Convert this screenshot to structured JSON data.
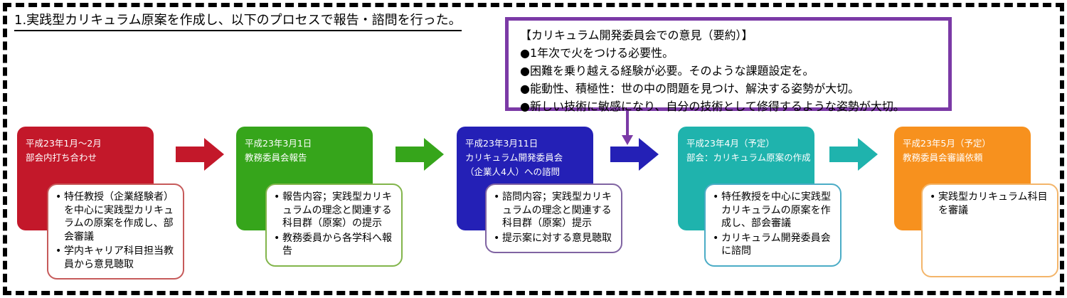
{
  "heading": "1.実践型カリキュラム原案を作成し、以下のプロセスで報告・諮問を行った。",
  "opinion": {
    "title": "【カリキュラム開発委員会での意見（要約）】",
    "items": [
      "●1年次で火をつける必要性。",
      "●困難を乗り越える経験が必要。そのような課題設定を。",
      "●能動性、積極性：世の中の問題を見つけ、解決する姿勢が大切。",
      "●新しい技術に敏感になり、自分の技術として修得するような姿勢が大切。"
    ]
  },
  "stages": [
    {
      "lines": [
        "平成23年1月〜2月",
        "部会内打ち合わせ"
      ],
      "details": [
        "特任教授（企業経験者）を中心に実践型カリキュラムの原案を作成し、部会審議",
        "学内キャリア科目担当教員から意見聴取"
      ],
      "color": "#c3182a",
      "border": "#c65a5a"
    },
    {
      "lines": [
        "平成23年3月1日",
        "教務委員会報告"
      ],
      "details": [
        "報告内容；実践型カリキュラムの理念と関連する科目群（原案）の提示",
        "教務委員から各学科へ報告"
      ],
      "color": "#36a51b",
      "border": "#82b54b"
    },
    {
      "lines": [
        "平成23年3月11日",
        "カリキュラム開発委員会",
        "（企業人4人）への諮問"
      ],
      "details": [
        "諮問内容；実践型カリキュラムの理念と関連する科目群（原案）提示",
        "提示案に対する意見聴取"
      ],
      "color": "#2420b6",
      "border": "#8064a2"
    },
    {
      "lines": [
        "平成23年4月（予定）",
        "部会：カリキュラム原案の作成"
      ],
      "details": [
        "特任教授を中心に実践型カリキュラムの原案を作成し、部会審議",
        "カリキュラム開発委員会に諮問"
      ],
      "color": "#1fb3ad",
      "border": "#4bacc6"
    },
    {
      "lines": [
        "平成23年5月（予定）",
        "教務委員会審議依頼"
      ],
      "details": [
        "実践型カリキュラム科目を審議"
      ],
      "color": "#f7911e",
      "border": "#f3b56a"
    }
  ],
  "arrows": [
    "#c3182a",
    "#36a51b",
    "#2420b6",
    "#1fb3ad"
  ],
  "opinion_color": "#7b3aa6"
}
